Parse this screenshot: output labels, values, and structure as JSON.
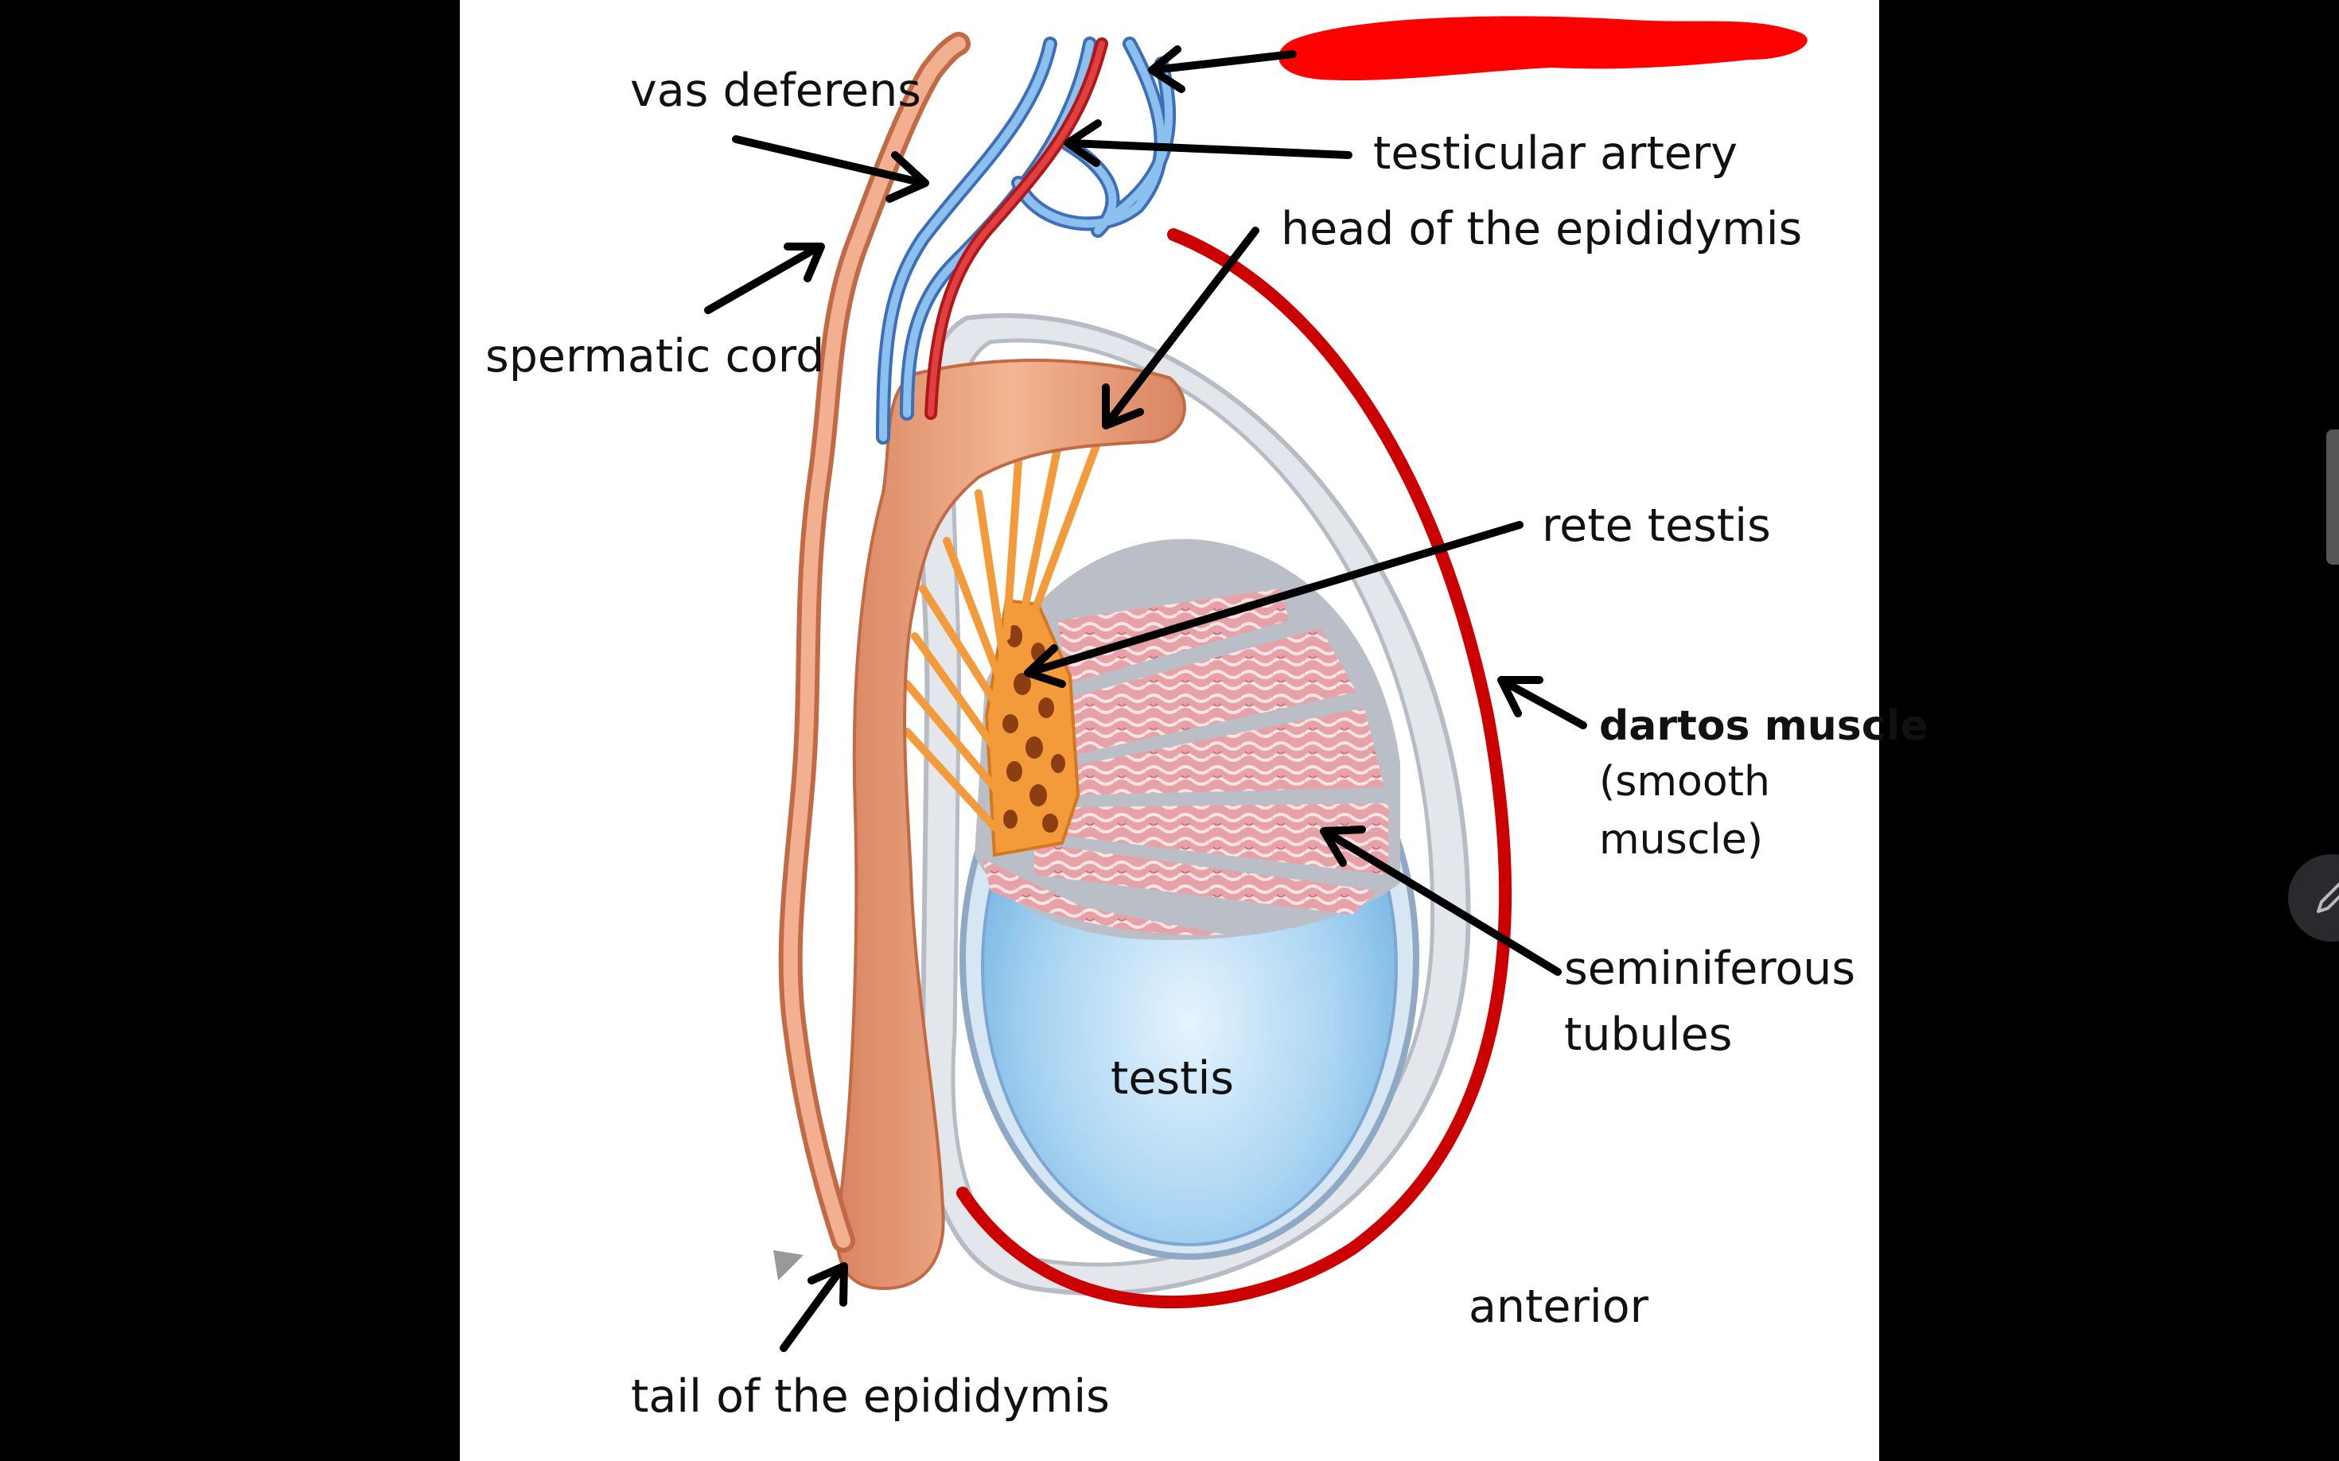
{
  "labels": {
    "vas_deferens": "vas deferens",
    "testicular_artery": "testicular artery",
    "head_epididymis": "head of the epididymis",
    "spermatic_cord": "spermatic cord",
    "rete_testis": "rete testis",
    "dartos_muscle": "dartos muscle",
    "dartos_sub_1": "(smooth",
    "dartos_sub_2": "muscle)",
    "seminiferous_1": "seminiferous",
    "seminiferous_2": "tubules",
    "testis": "testis",
    "anterior": "anterior",
    "tail_epididymis": "tail of the epididymis"
  },
  "colors": {
    "background": "#000000",
    "panel": "#ffffff",
    "redaction": "#ff0000",
    "dartos_line": "#cc0000",
    "epididymis": "#e9a07a",
    "artery": "#c81e1e",
    "vein": "#5a8fd0",
    "tubules": "#e8a3a8",
    "testis_fill": "#a9d4f2",
    "rete": "#f39a3a"
  },
  "icons": {
    "edit": "pencil-icon",
    "scroll": "scrollbar-handle",
    "cursor": "pointer-triangle-icon"
  }
}
